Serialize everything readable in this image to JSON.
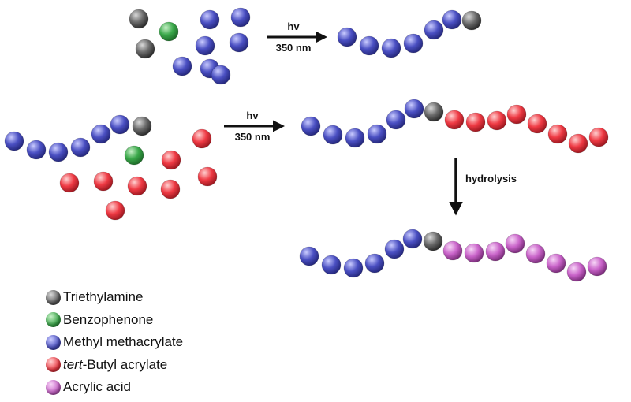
{
  "colors": {
    "triethylamine": "#5e5e5e",
    "benzophenone": "#3aa84a",
    "methyl_methacrylate": "#4a4fc2",
    "tert_butyl_acrylate": "#ef3a44",
    "acrylic_acid": "#c963c9"
  },
  "arrows": {
    "step1": {
      "top": "hv",
      "bottom": "350 nm"
    },
    "step2": {
      "top": "hv",
      "bottom": "350 nm"
    },
    "step3": {
      "label": "hydrolysis"
    }
  },
  "legend": {
    "triethylamine": "Triethylamine",
    "benzophenone": "Benzophenone",
    "methyl_methacrylate": "Methyl methacrylate",
    "tert_butyl_acrylate_prefix": "tert",
    "tert_butyl_acrylate_suffix": "-Butyl acrylate",
    "acrylic_acid": "Acrylic acid"
  }
}
